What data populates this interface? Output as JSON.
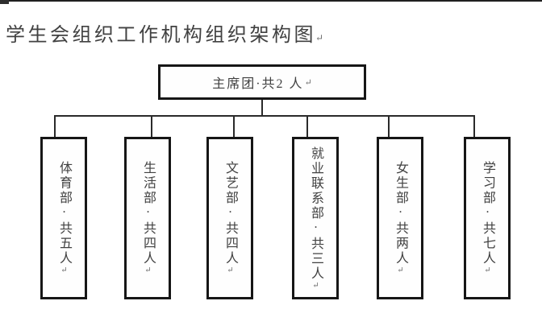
{
  "page": {
    "title": "学生会组织工作机构组织架构图",
    "colors": {
      "background": "#ffffff",
      "box_border": "#161616",
      "connector_line": "#2a2a2a",
      "text": "#414141",
      "return_mark": "#6e6e6e"
    }
  },
  "marks": {
    "paragraph_return": "↵"
  },
  "chart_data": {
    "type": "org-chart",
    "title": "学生会组织工作机构组织架构图",
    "root": {
      "label": "主席团·共2 人",
      "name": "主席团",
      "members": 2
    },
    "departments": [
      {
        "label": "体育部·共五人",
        "name": "体育部",
        "members": 5
      },
      {
        "label": "生活部·共四人",
        "name": "生活部",
        "members": 4
      },
      {
        "label": "文艺部·共四人",
        "name": "文艺部",
        "members": 4
      },
      {
        "label": "就业联系部·共三人",
        "name": "就业联系部",
        "members": 3
      },
      {
        "label": "女生部·共两人",
        "name": "女生部",
        "members": 2
      },
      {
        "label": "学习部·共七人",
        "name": "学习部",
        "members": 7
      }
    ]
  }
}
